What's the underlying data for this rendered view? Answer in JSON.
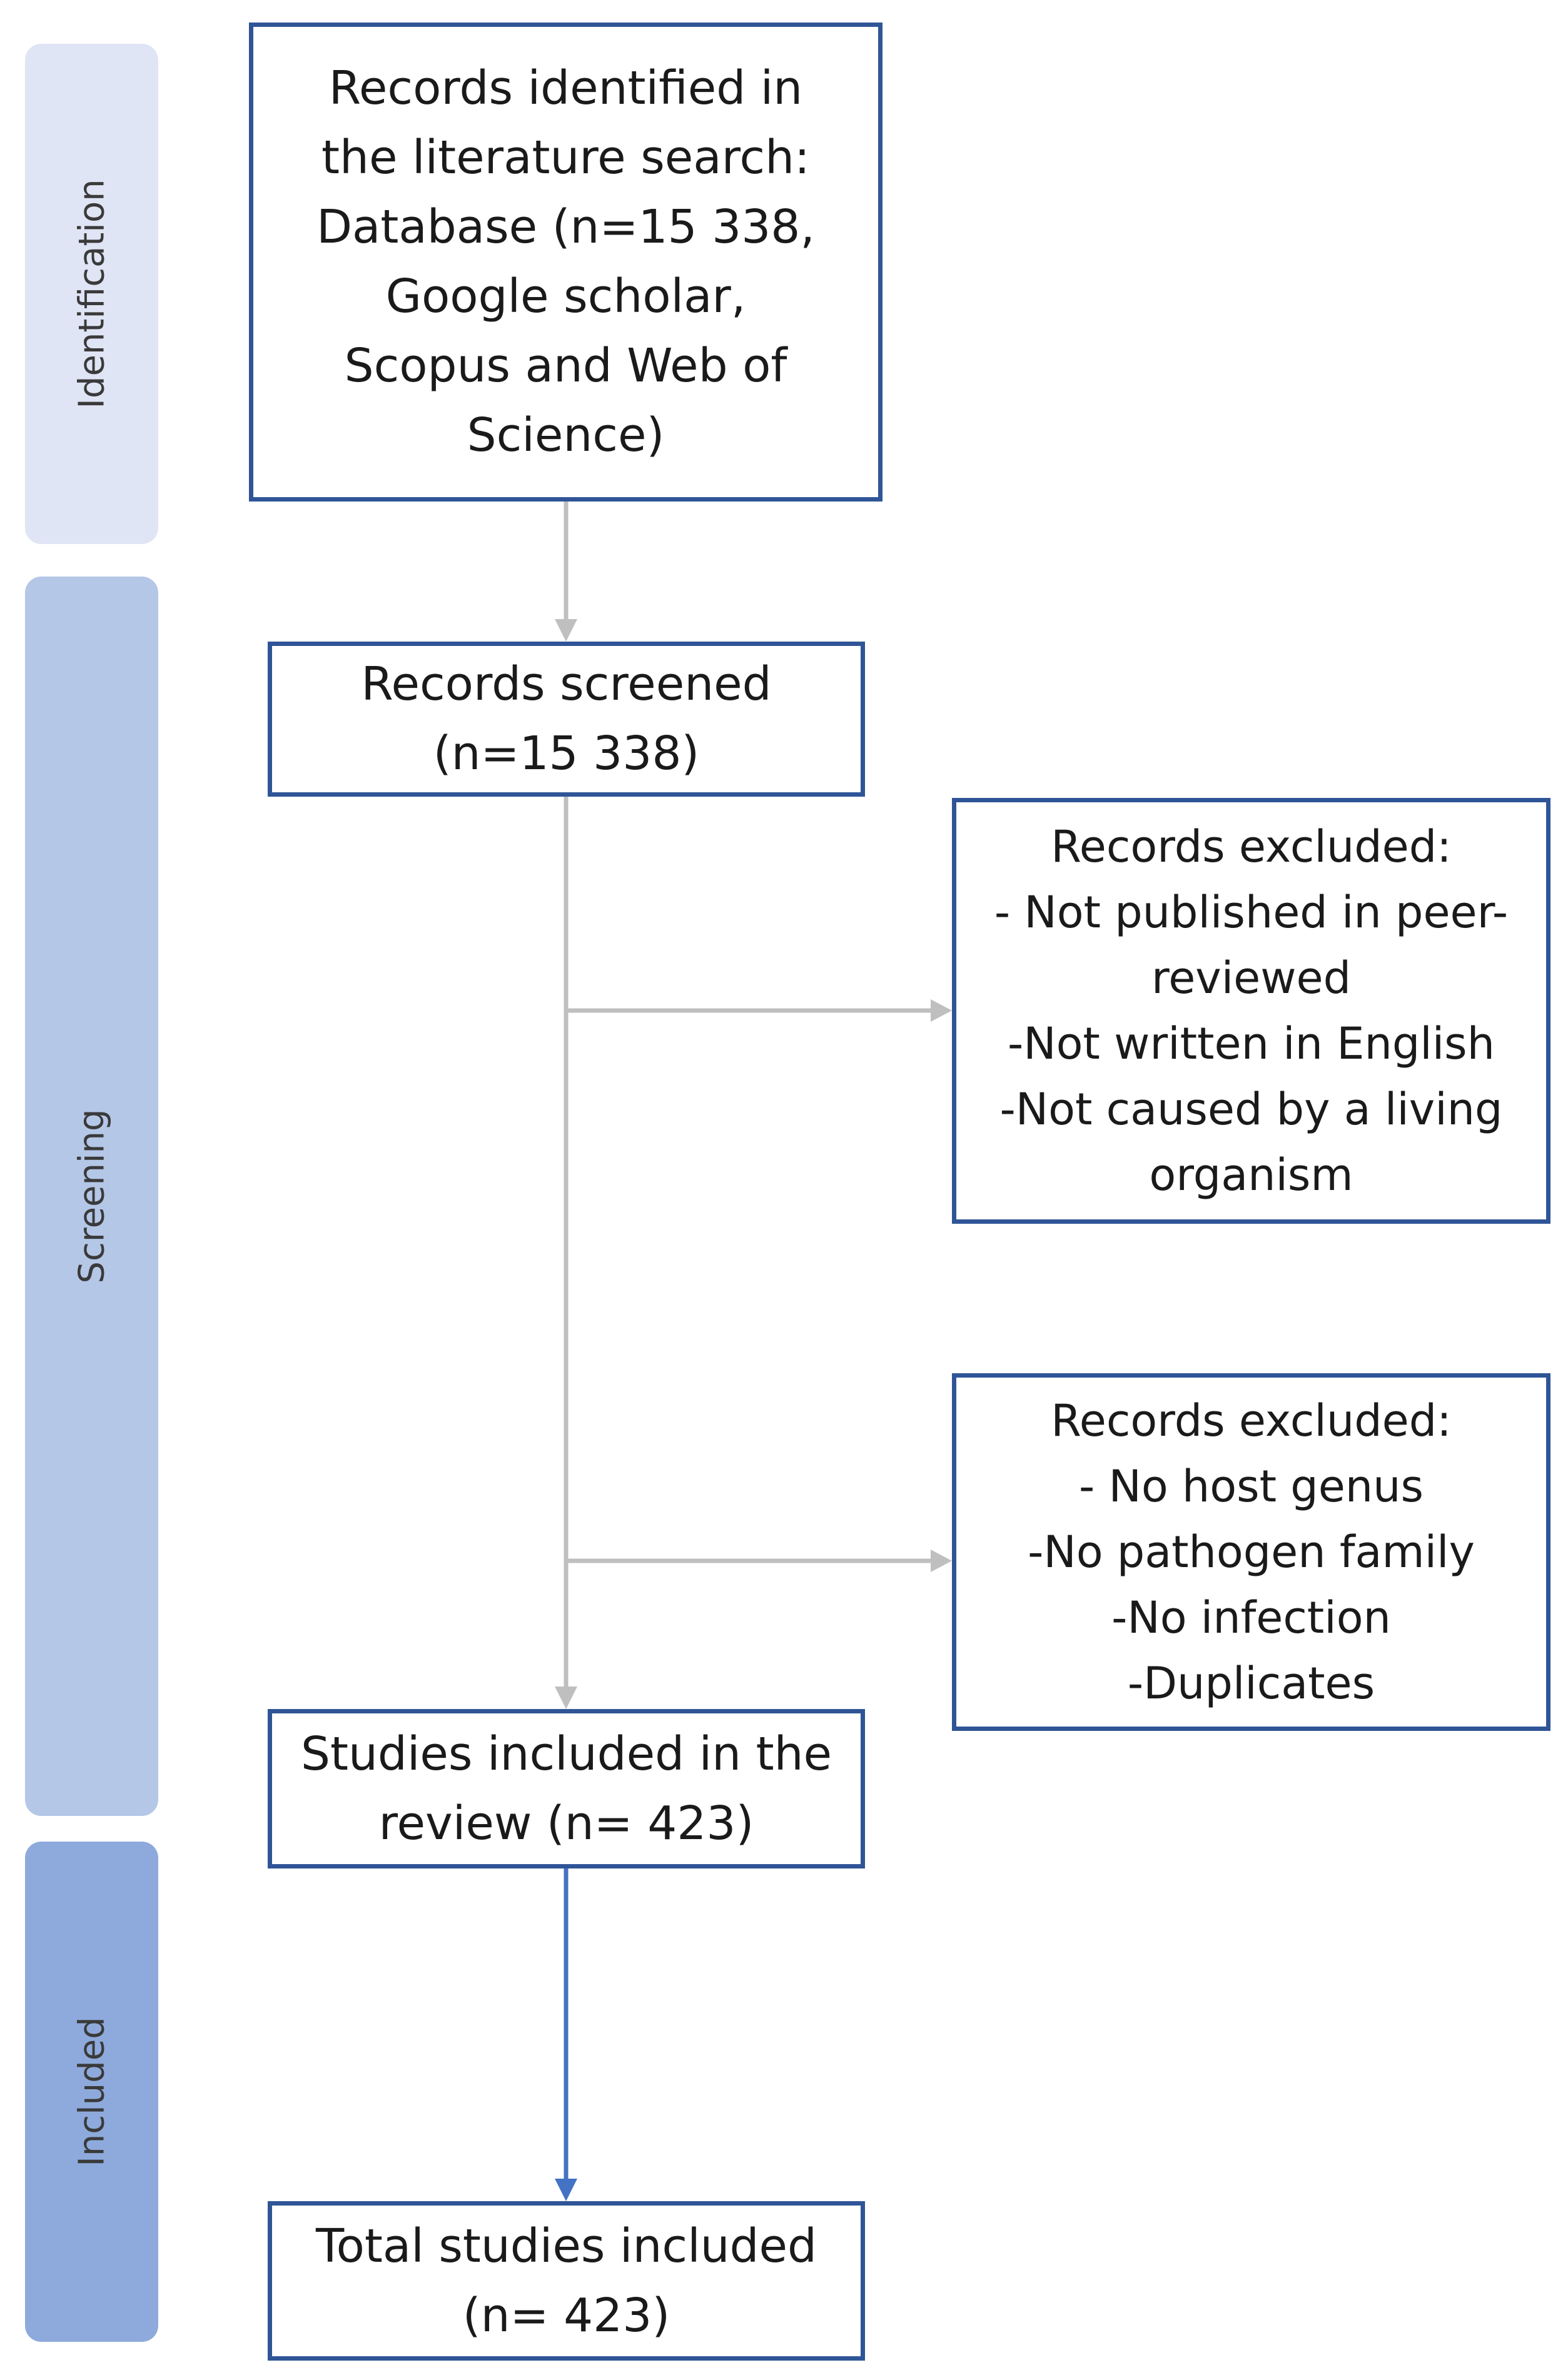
{
  "phases": {
    "identification": "Identification",
    "screening": "Screening",
    "included": "Included"
  },
  "boxes": {
    "identified": "Records identified in\nthe literature search:\nDatabase (n=15 338,\nGoogle scholar,\nScopus and Web of\nScience)",
    "screened": "Records screened\n(n=15 338)",
    "excluded_1": "Records excluded:\n- Not published in peer-\nreviewed\n-Not written in English\n-Not caused by a living\norganism",
    "excluded_2": "Records excluded:\n- No host genus\n-No pathogen family\n-No infection\n-Duplicates",
    "studies_included": "Studies included in the\nreview (n= 423)",
    "total_included": "Total studies included\n(n= 423)"
  },
  "colors": {
    "box_border": "#2f5597",
    "arrow_gray": "#bfbfbf",
    "arrow_blue": "#4472c4",
    "phase_identification": "#dfe5f5",
    "phase_screening": "#b4c7e7",
    "phase_included": "#8eaadc"
  }
}
